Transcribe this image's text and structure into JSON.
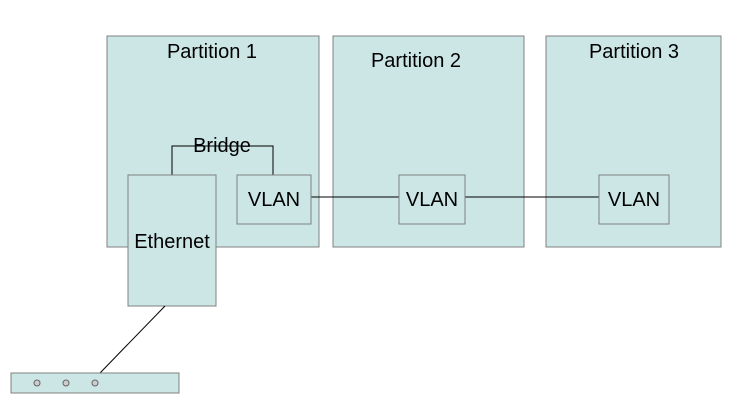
{
  "partitions": [
    {
      "label": "Partition 1"
    },
    {
      "label": "Partition 2"
    },
    {
      "label": "Partition 3"
    }
  ],
  "bridge": {
    "label": "Bridge"
  },
  "ethernet": {
    "label": "Ethernet"
  },
  "vlans": [
    {
      "label": "VLAN"
    },
    {
      "label": "VLAN"
    },
    {
      "label": "VLAN"
    }
  ],
  "colors": {
    "partition_fill": "#cce6e6",
    "box_stroke": "#808080",
    "line": "#000000"
  }
}
